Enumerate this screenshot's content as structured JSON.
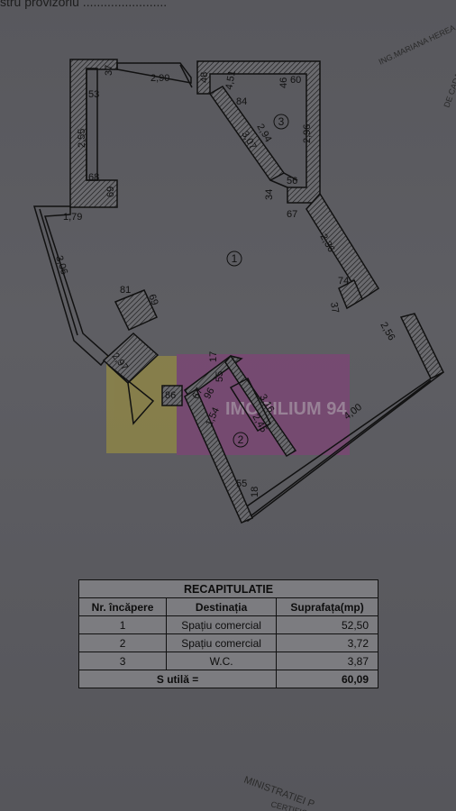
{
  "header": {
    "caption": "stru provizoriu ........................",
    "stamp_right": "ING.MARIANA HEREA"
  },
  "plan": {
    "dimensions": [
      "2,90",
      "37",
      "53",
      "2,55",
      "68",
      "69",
      "1,79",
      "3,06",
      "48",
      "4,51",
      "84",
      "46",
      "60",
      "2,94",
      "3,07",
      "2,96",
      "34",
      "56",
      "67",
      "2,36",
      "74",
      "37",
      "2,56",
      "81",
      "69",
      "2,97",
      "86",
      "17",
      "55",
      "96",
      "67",
      "3,16",
      "1,54",
      "2,45",
      "4,00",
      "55",
      "18"
    ],
    "room_labels": [
      "1",
      "2",
      "3"
    ]
  },
  "watermark": {
    "text": "IMOBILIUM 94"
  },
  "stamps": {
    "cadastru": "DE CADASTR",
    "bottom": "MINISTRATIEI P",
    "bottom2": "CERTIFICAT"
  },
  "table": {
    "title": "RECAPITULATIE",
    "headers": [
      "Nr. încăpere",
      "Destinația",
      "Suprafața(mp)"
    ],
    "rows": [
      [
        "1",
        "Spațiu comercial",
        "52,50"
      ],
      [
        "2",
        "Spațiu comercial",
        "3,72"
      ],
      [
        "3",
        "W.C.",
        "3,87"
      ]
    ],
    "total_label": "S utilă =",
    "total_value": "60,09"
  }
}
